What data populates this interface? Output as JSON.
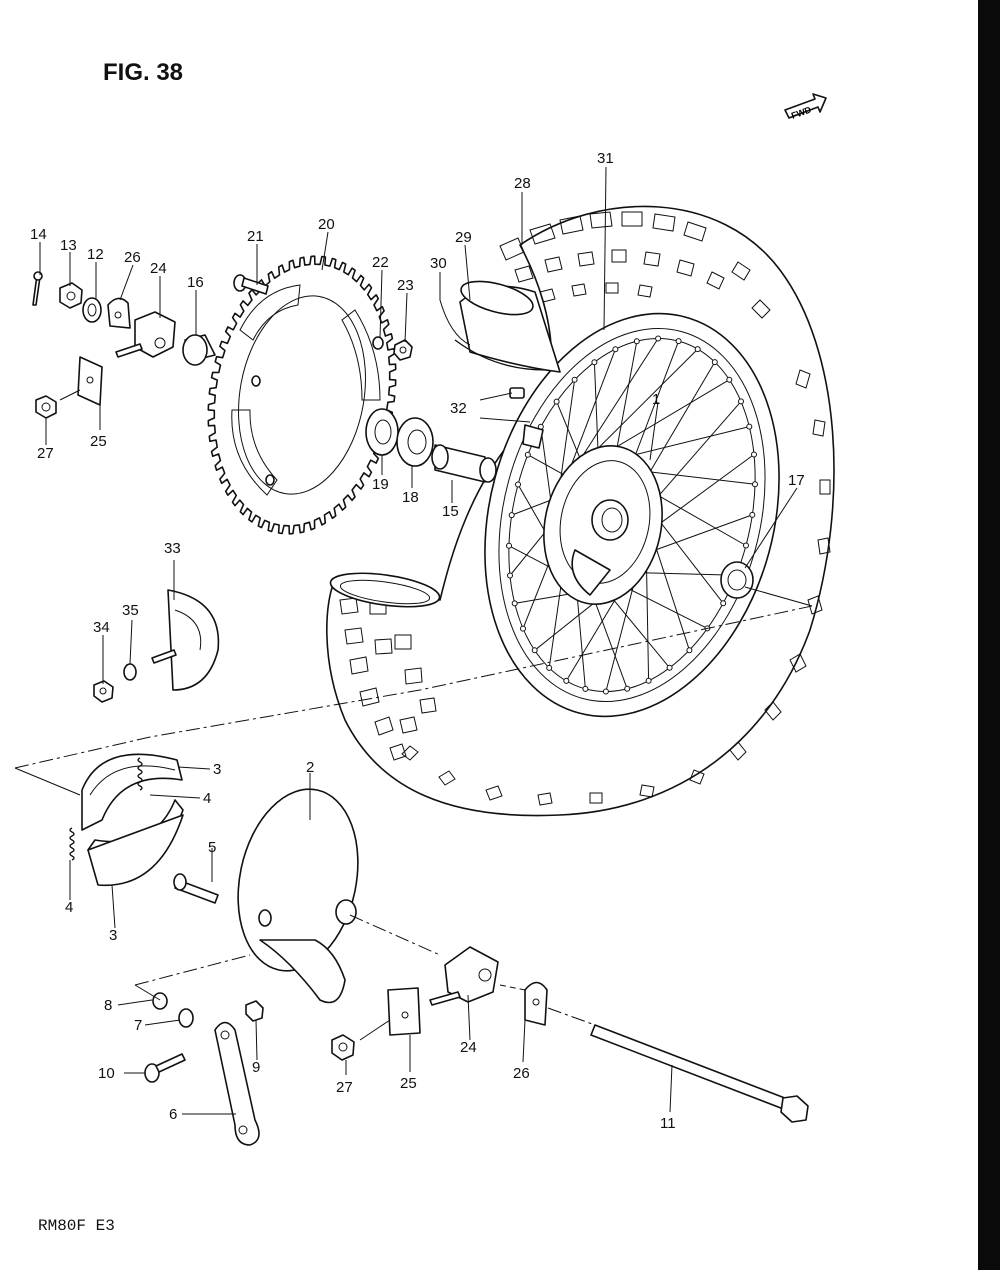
{
  "figure": {
    "title": "FIG. 38",
    "fwd_badge": "FWD",
    "footer": "RM80F  E3"
  },
  "callouts": [
    {
      "id": "c1",
      "text": "1"
    },
    {
      "id": "c2",
      "text": "2"
    },
    {
      "id": "c3a",
      "text": "3"
    },
    {
      "id": "c3b",
      "text": "3"
    },
    {
      "id": "c4a",
      "text": "4"
    },
    {
      "id": "c4b",
      "text": "4"
    },
    {
      "id": "c5",
      "text": "5"
    },
    {
      "id": "c6",
      "text": "6"
    },
    {
      "id": "c7",
      "text": "7"
    },
    {
      "id": "c8",
      "text": "8"
    },
    {
      "id": "c9",
      "text": "9"
    },
    {
      "id": "c10",
      "text": "10"
    },
    {
      "id": "c11",
      "text": "11"
    },
    {
      "id": "c12",
      "text": "12"
    },
    {
      "id": "c13",
      "text": "13"
    },
    {
      "id": "c14",
      "text": "14"
    },
    {
      "id": "c15",
      "text": "15"
    },
    {
      "id": "c16",
      "text": "16"
    },
    {
      "id": "c17",
      "text": "17"
    },
    {
      "id": "c18",
      "text": "18"
    },
    {
      "id": "c19",
      "text": "19"
    },
    {
      "id": "c20",
      "text": "20"
    },
    {
      "id": "c21",
      "text": "21"
    },
    {
      "id": "c22",
      "text": "22"
    },
    {
      "id": "c23",
      "text": "23"
    },
    {
      "id": "c24a",
      "text": "24"
    },
    {
      "id": "c24b",
      "text": "24"
    },
    {
      "id": "c25a",
      "text": "25"
    },
    {
      "id": "c25b",
      "text": "25"
    },
    {
      "id": "c26a",
      "text": "26"
    },
    {
      "id": "c26b",
      "text": "26"
    },
    {
      "id": "c27a",
      "text": "27"
    },
    {
      "id": "c27b",
      "text": "27"
    },
    {
      "id": "c28",
      "text": "28"
    },
    {
      "id": "c29",
      "text": "29"
    },
    {
      "id": "c30",
      "text": "30"
    },
    {
      "id": "c31",
      "text": "31"
    },
    {
      "id": "c32",
      "text": "32"
    },
    {
      "id": "c33",
      "text": "33"
    },
    {
      "id": "c34",
      "text": "34"
    },
    {
      "id": "c35",
      "text": "35"
    }
  ],
  "edge_fragments": [
    "1",
    "3",
    "24"
  ]
}
